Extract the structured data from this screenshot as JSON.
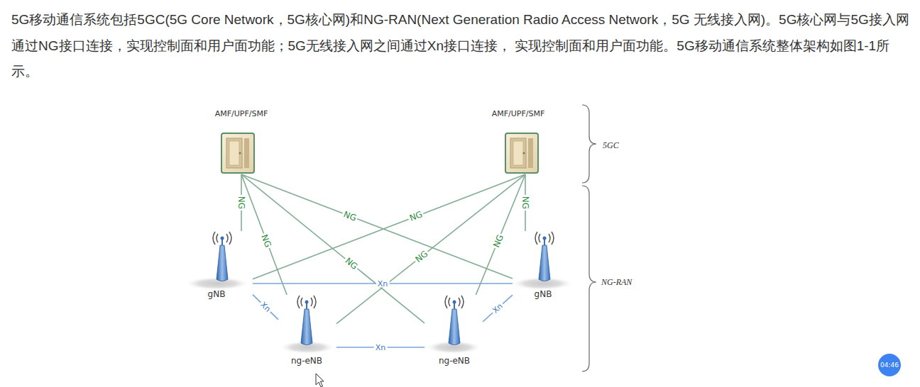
{
  "diagram": {
    "nodes": [
      {
        "text": [
          "AMF/UPF/SMF"
        ]
      },
      {
        "text": [
          "AMF/UPF/SMF"
        ]
      },
      {
        "text": [
          "gNB"
        ]
      },
      {
        "text": [
          "gNB"
        ]
      },
      {
        "text": [
          "ng-eNB"
        ]
      },
      {
        "text": [
          "ng-eNB"
        ]
      }
    ],
    "edges": [
      {
        "from": 0,
        "to": 2,
        "arrow": "none",
        "label": "NG"
      },
      {
        "from": 0,
        "to": 4,
        "arrow": "none",
        "label": "NG"
      },
      {
        "from": 0,
        "to": 5,
        "arrow": "none",
        "label": "NG"
      },
      {
        "from": 0,
        "to": 3,
        "arrow": "none",
        "label": "NG"
      },
      {
        "from": 1,
        "to": 2,
        "arrow": "none",
        "label": "NG"
      },
      {
        "from": 1,
        "to": 4,
        "arrow": "none",
        "label": "NG"
      },
      {
        "from": 1,
        "to": 5,
        "arrow": "none",
        "label": "NG"
      },
      {
        "from": 1,
        "to": 3,
        "arrow": "none",
        "label": "NG"
      },
      {
        "from": 2,
        "to": 3,
        "arrow": "none",
        "label": "Xn"
      },
      {
        "from": 2,
        "to": 4,
        "arrow": "none",
        "label": "Xn"
      },
      {
        "from": 4,
        "to": 5,
        "arrow": "none",
        "label": "Xn"
      },
      {
        "from": 3,
        "to": 5,
        "arrow": "none",
        "label": "Xn"
      }
    ],
    "labels": [
      "5G移动通信系统包括5GC(5G Core Network，5G核心网)和NG-RAN(Next Generation Radio Access Network，5G 无线接入网)。5G核心网与5G接入网通过NG接口连接，实现控制面和用户面功能；5G无线接入网之间通过Xn接口连接， 实现控制面和用户面功能。5G移动通信系统整体架构如图1-1所示。",
      "5GC",
      "NG-RAN",
      "04:46"
    ]
  }
}
